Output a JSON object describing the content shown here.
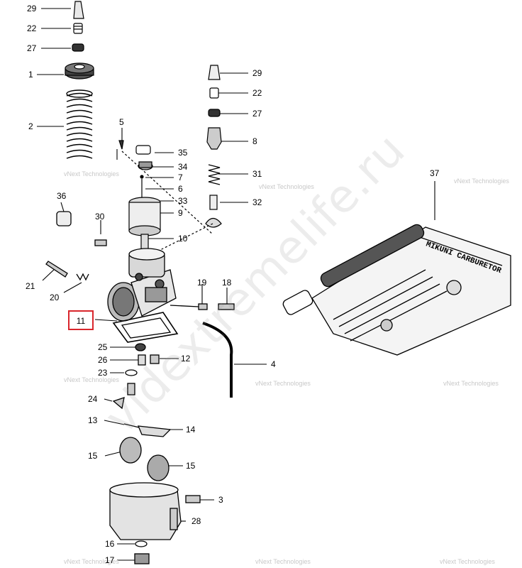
{
  "labels": {
    "l1": "1",
    "l2": "2",
    "l3": "3",
    "l4": "4",
    "l5": "5",
    "l6": "6",
    "l7": "7",
    "l8": "8",
    "l9": "9",
    "l10": "10",
    "l11": "11",
    "l12": "12",
    "l13": "13",
    "l14": "14",
    "l15a": "15",
    "l15b": "15",
    "l16": "16",
    "l17": "17",
    "l18": "18",
    "l19": "19",
    "l20": "20",
    "l21": "21",
    "l22a": "22",
    "l22b": "22",
    "l23": "23",
    "l24": "24",
    "l25": "25",
    "l26": "26",
    "l27a": "27",
    "l27b": "27",
    "l28": "28",
    "l29a": "29",
    "l29b": "29",
    "l30": "30",
    "l31": "31",
    "l32": "32",
    "l33": "33",
    "l34": "34",
    "l35": "35",
    "l36": "36",
    "l37": "37"
  },
  "highlight": {
    "label": "11",
    "color": "#d9262c"
  },
  "watermark": {
    "site": "vidextremelife.ru",
    "company": "vNext Technologies"
  },
  "kit_text": "MIKUNI CARBURETOR"
}
